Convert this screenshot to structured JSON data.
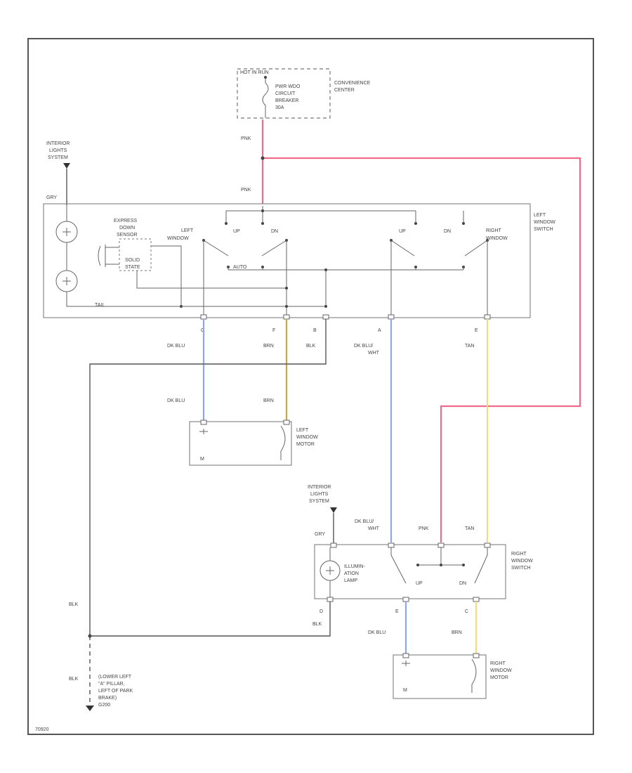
{
  "colors": {
    "pink_wire": "#f06a8c",
    "dk_blu_wire": "#8fa6e8",
    "brn_wire": "#c9a83c",
    "tan_wire": "#f0dc82",
    "black_wire": "#333333"
  },
  "labels": {
    "cb_header": "HOT IN RUN",
    "cb_line1": "PWR WDO",
    "cb_line2": "CIRCUIT",
    "cb_line3": "BREAKER",
    "cb_line4": "30A",
    "conv_center_1": "CONVENIENCE",
    "conv_center_2": "CENTER",
    "pnk_top": "PNK",
    "pnk_mid": "PNK",
    "ils_left_1": "INTERIOR",
    "ils_left_2": "LIGHTS",
    "ils_left_3": "SYSTEM",
    "gry_left": "GRY",
    "express_1": "EXPRESS",
    "express_2": "DOWN",
    "express_3": "SENSOR",
    "solid_1": "SOLID",
    "solid_2": "STATE",
    "left_window_1": "LEFT",
    "left_window_2": "WINDOW",
    "up_left": "UP",
    "dn_left": "DN",
    "up_right": "UP",
    "dn_right": "DN",
    "right_window_1": "RIGHT",
    "right_window_2": "WINDOW",
    "lws_1": "LEFT",
    "lws_2": "WINDOW",
    "lws_3": "SWITCH",
    "auto": "AUTO",
    "tail": "TAIL",
    "conn_c": "C",
    "conn_f": "F",
    "conn_b": "B",
    "conn_a": "A",
    "conn_e": "E",
    "dk_blu_1": "DK BLU",
    "brn_1": "BRN",
    "blk_1": "BLK",
    "dk_blu_wht_1a": "DK BLU/",
    "dk_blu_wht_1b": "WHT",
    "tan_1": "TAN",
    "dk_blu_2": "DK BLU",
    "brn_2": "BRN",
    "lwm_1": "LEFT",
    "lwm_2": "WINDOW",
    "lwm_3": "MOTOR",
    "ils_right_1": "INTERIOR",
    "ils_right_2": "LIGHTS",
    "ils_right_3": "SYSTEM",
    "gry_right": "GRY",
    "dk_blu_wht_2a": "DK BLU/",
    "dk_blu_wht_2b": "WHT",
    "pnk_right": "PNK",
    "tan_2": "TAN",
    "illum_1": "ILLUMIN-",
    "illum_2": "ATION",
    "illum_3": "LAMP",
    "up_rs": "UP",
    "dn_rs": "DN",
    "rws_1": "RIGHT",
    "rws_2": "WINDOW",
    "rws_3": "SWITCH",
    "blk_left": "BLK",
    "blk_right": "BLK",
    "conn_d": "D",
    "conn_e2": "E",
    "conn_c2": "C",
    "dk_blu_3": "DK BLU",
    "brn_3": "BRN",
    "rwm_1": "RIGHT",
    "rwm_2": "WINDOW",
    "rwm_3": "MOTOR",
    "blk_ground": "BLK",
    "ground_1": "(LOWER LEFT",
    "ground_2": "\"A\" PILLAR,",
    "ground_3": "LEFT OF PARK",
    "ground_4": "BRAKE)",
    "ground_5": "G200",
    "fig_id": "70920"
  }
}
